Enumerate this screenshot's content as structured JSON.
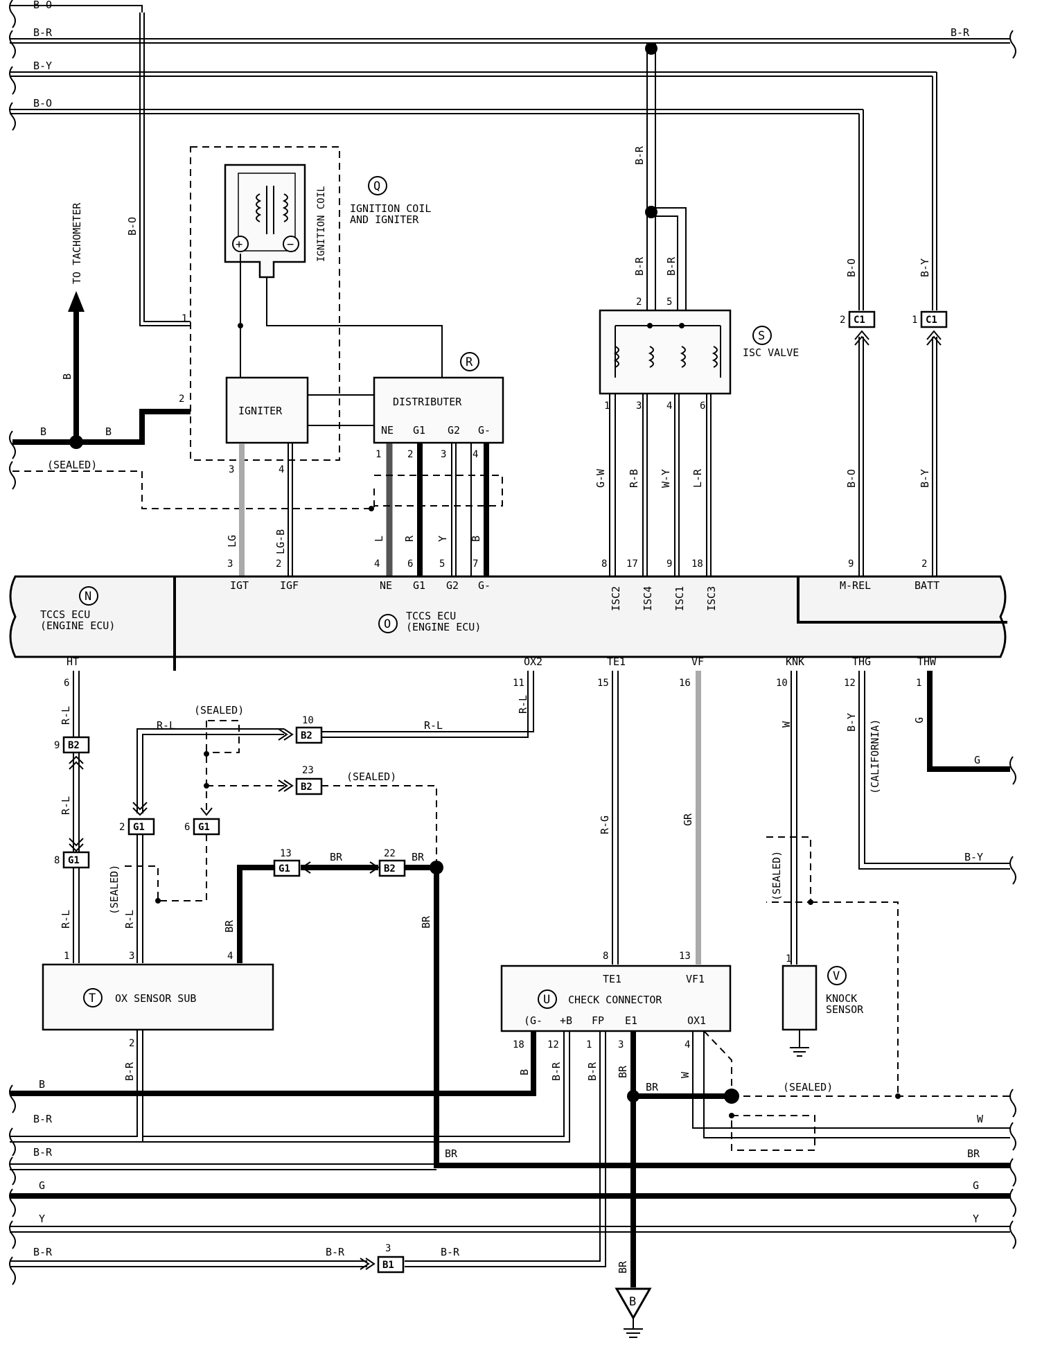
{
  "wire_labels": {
    "top_bo": "B-O",
    "top_br": "B-R",
    "top_by": "B-Y",
    "top_bo2": "B-O",
    "top_br_right": "B-R",
    "left_vertical_bo": "B-O",
    "to_tach_b": "B",
    "left_b1": "B",
    "left_b2": "B",
    "isc_br1": "B-R",
    "isc_br2": "B-R",
    "isc_br3": "B-R",
    "mrel_bo": "B-O",
    "batt_by": "B-Y",
    "lg": "LG",
    "lgb": "LG-B",
    "l": "L",
    "r": "R",
    "y": "Y",
    "b": "B",
    "gw": "G-W",
    "rb": "R-B",
    "wy": "W-Y",
    "lr": "L-R",
    "bo_lower": "B-O",
    "by_lower": "B-Y",
    "ht_rl": "R-L",
    "ht_rl2": "R-L",
    "ht_rl3": "R-L",
    "rl_top": "R-L",
    "rl_right": "R-L",
    "ox2_rl": "R-L",
    "br_g1": "BR",
    "br_b2": "BR",
    "br_vert": "BR",
    "br_sub": "BR",
    "sub_rl": "R-L",
    "te1_rg": "R-G",
    "vf_gr": "GR",
    "knk_w": "W",
    "thg_by": "B-Y",
    "california": "(CALIFORNIA)",
    "thw_g": "G",
    "right_g": "G",
    "right_by": "B-Y",
    "bot_b": "B",
    "bot_br1": "B-R",
    "bot_br2": "B-R",
    "bot_g": "G",
    "bot_y": "Y",
    "bot_br3": "B-R",
    "bot_br_mid": "B-R",
    "bot_br_right": "B-R",
    "sub_br": "B-R",
    "cc_b": "B",
    "cc_br": "B-R",
    "cc_br2": "B-R",
    "cc_brw": "BR",
    "cc_w": "W",
    "cc_br_horiz": "BR",
    "right_w": "W",
    "right_br": "BR",
    "right_g2": "G",
    "right_y": "Y",
    "ground_br": "BR"
  },
  "components": {
    "Q": {
      "letter": "Q",
      "name_line1": "IGNITION COIL",
      "name_line2": "AND IGNITER",
      "coil_label": "IGNITION COIL",
      "igniter": "IGNITER"
    },
    "R": {
      "letter": "R",
      "name": "DISTRIBUTER",
      "pins": [
        "NE",
        "G1",
        "G2",
        "G-"
      ]
    },
    "S": {
      "letter": "S",
      "name": "ISC VALVE"
    },
    "N": {
      "letter": "N",
      "line1": "TCCS ECU",
      "line2": "(ENGINE ECU)",
      "pin": "HT"
    },
    "O": {
      "letter": "O",
      "line1": "TCCS ECU",
      "line2": "(ENGINE ECU)"
    },
    "T": {
      "letter": "T",
      "name": "OX SENSOR SUB"
    },
    "U": {
      "letter": "U",
      "name": "CHECK CONNECTOR",
      "top_pins": [
        "TE1",
        "VF1"
      ],
      "bottom_pins": [
        "(G-",
        "+B",
        "FP",
        "E1",
        "OX1"
      ]
    },
    "V": {
      "letter": "V",
      "name_line1": "KNOCK",
      "name_line2": "SENSOR"
    }
  },
  "ecu_pins_top": [
    "IGT",
    "IGF",
    "NE",
    "G1",
    "G2",
    "G-",
    "ISC2",
    "ISC4",
    "ISC1",
    "ISC3",
    "M-REL",
    "BATT"
  ],
  "ecu_pins_bottom": [
    "OX2",
    "TE1",
    "VF",
    "KNK",
    "THG",
    "THW"
  ],
  "connectors": {
    "c1a": "C1",
    "c1b": "C1",
    "b2_ht": "B2",
    "g1_ht": "G1",
    "b2_10": "B2",
    "b2_23": "B2",
    "g1_2": "G1",
    "g1_6": "G1",
    "g1_13": "G1",
    "b2_22": "B2",
    "b1_3": "B1",
    "ground_b": "B"
  },
  "pin_numbers": {
    "ign_1": "1",
    "ign_2": "2",
    "ign_3": "3",
    "ign_4": "4",
    "dist_1": "1",
    "dist_2": "2",
    "dist_3": "3",
    "dist_4": "4",
    "isc_2": "2",
    "isc_5": "5",
    "isc_1": "1",
    "isc_3": "3",
    "isc_4": "4",
    "isc_6": "6",
    "c1a": "2",
    "c1b": "1",
    "ecu_3": "3",
    "ecu_2": "2",
    "ecu_4": "4",
    "ecu_6": "6",
    "ecu_5": "5",
    "ecu_7": "7",
    "ecu_8": "8",
    "ecu_17": "17",
    "ecu_9": "9",
    "ecu_18": "18",
    "ecu_9b": "9",
    "ecu_2b": "2",
    "ht_6": "6",
    "ht_9": "9",
    "ht_8": "8",
    "ox2_11": "11",
    "te1_15": "15",
    "vf_16": "16",
    "knk_10": "10",
    "thg_12": "12",
    "thw_1": "1",
    "b2_10": "10",
    "b2_23": "23",
    "g1_2": "2",
    "g1_6": "6",
    "g1_13": "13",
    "b2_22": "22",
    "sub_1": "1",
    "sub_3": "3",
    "sub_4": "4",
    "sub_2": "2",
    "cc_8": "8",
    "cc_13": "13",
    "cc_18": "18",
    "cc_12": "12",
    "cc_1": "1",
    "cc_3": "3",
    "cc_4": "4",
    "knock_1": "1",
    "b1_3": "3"
  },
  "notes": {
    "sealed1": "(SEALED)",
    "sealed2": "(SEALED)",
    "sealed3": "(SEALED)",
    "sealed4": "(SEALED)",
    "sealed5": "(SEALED)",
    "sealed6": "(SEALED)",
    "to_tach": "TO TACHOMETER"
  }
}
